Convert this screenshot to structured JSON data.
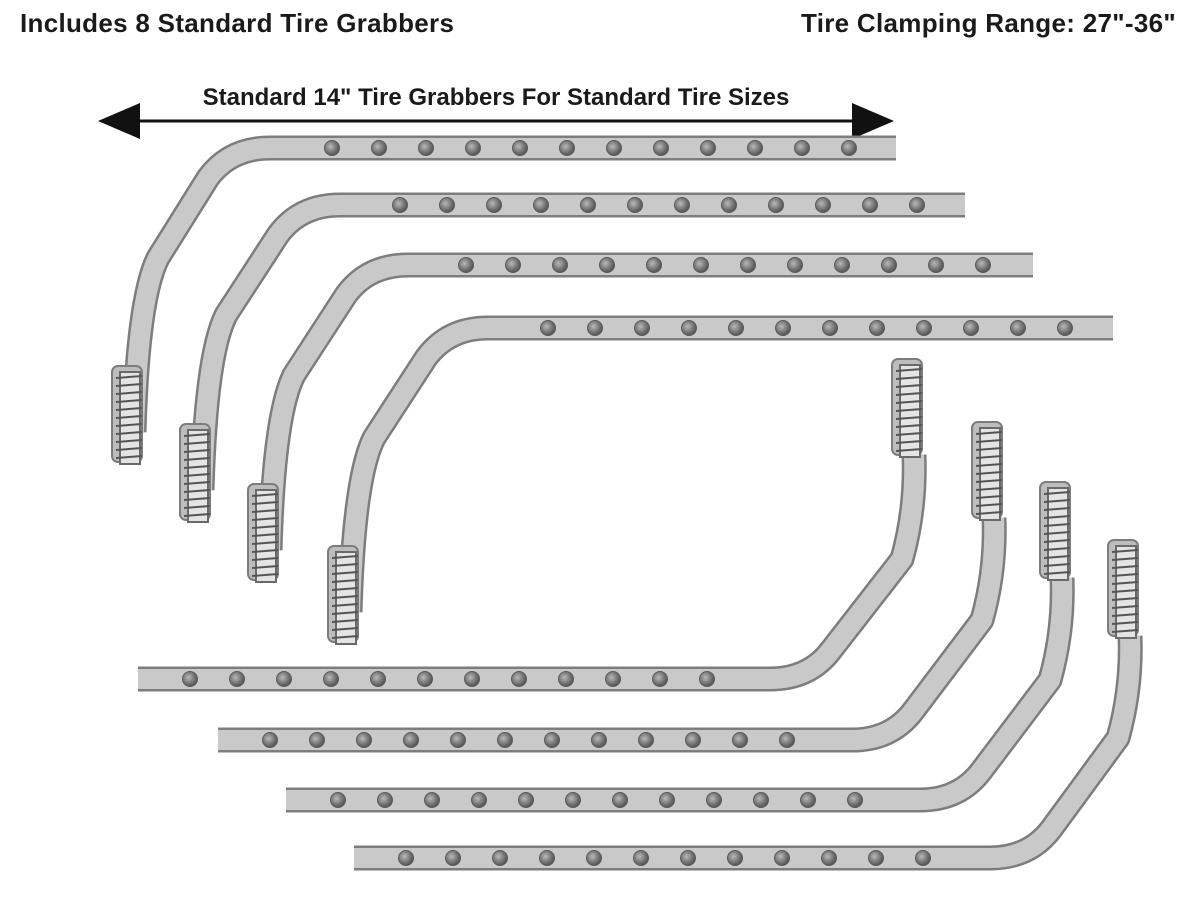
{
  "header": {
    "left_caption": "Includes 8 Standard Tire Grabbers",
    "right_caption": "Tire Clamping Range: 27\"-36\""
  },
  "dimension": {
    "label": "Standard 14\" Tire Grabbers For Standard Tire Sizes"
  },
  "product": {
    "grabber_count": 8,
    "holes_per_bar": 12,
    "metal_color": "#c9c9c9",
    "edge_color": "#7d7d7d",
    "hole_color": "#6e6e6e"
  }
}
